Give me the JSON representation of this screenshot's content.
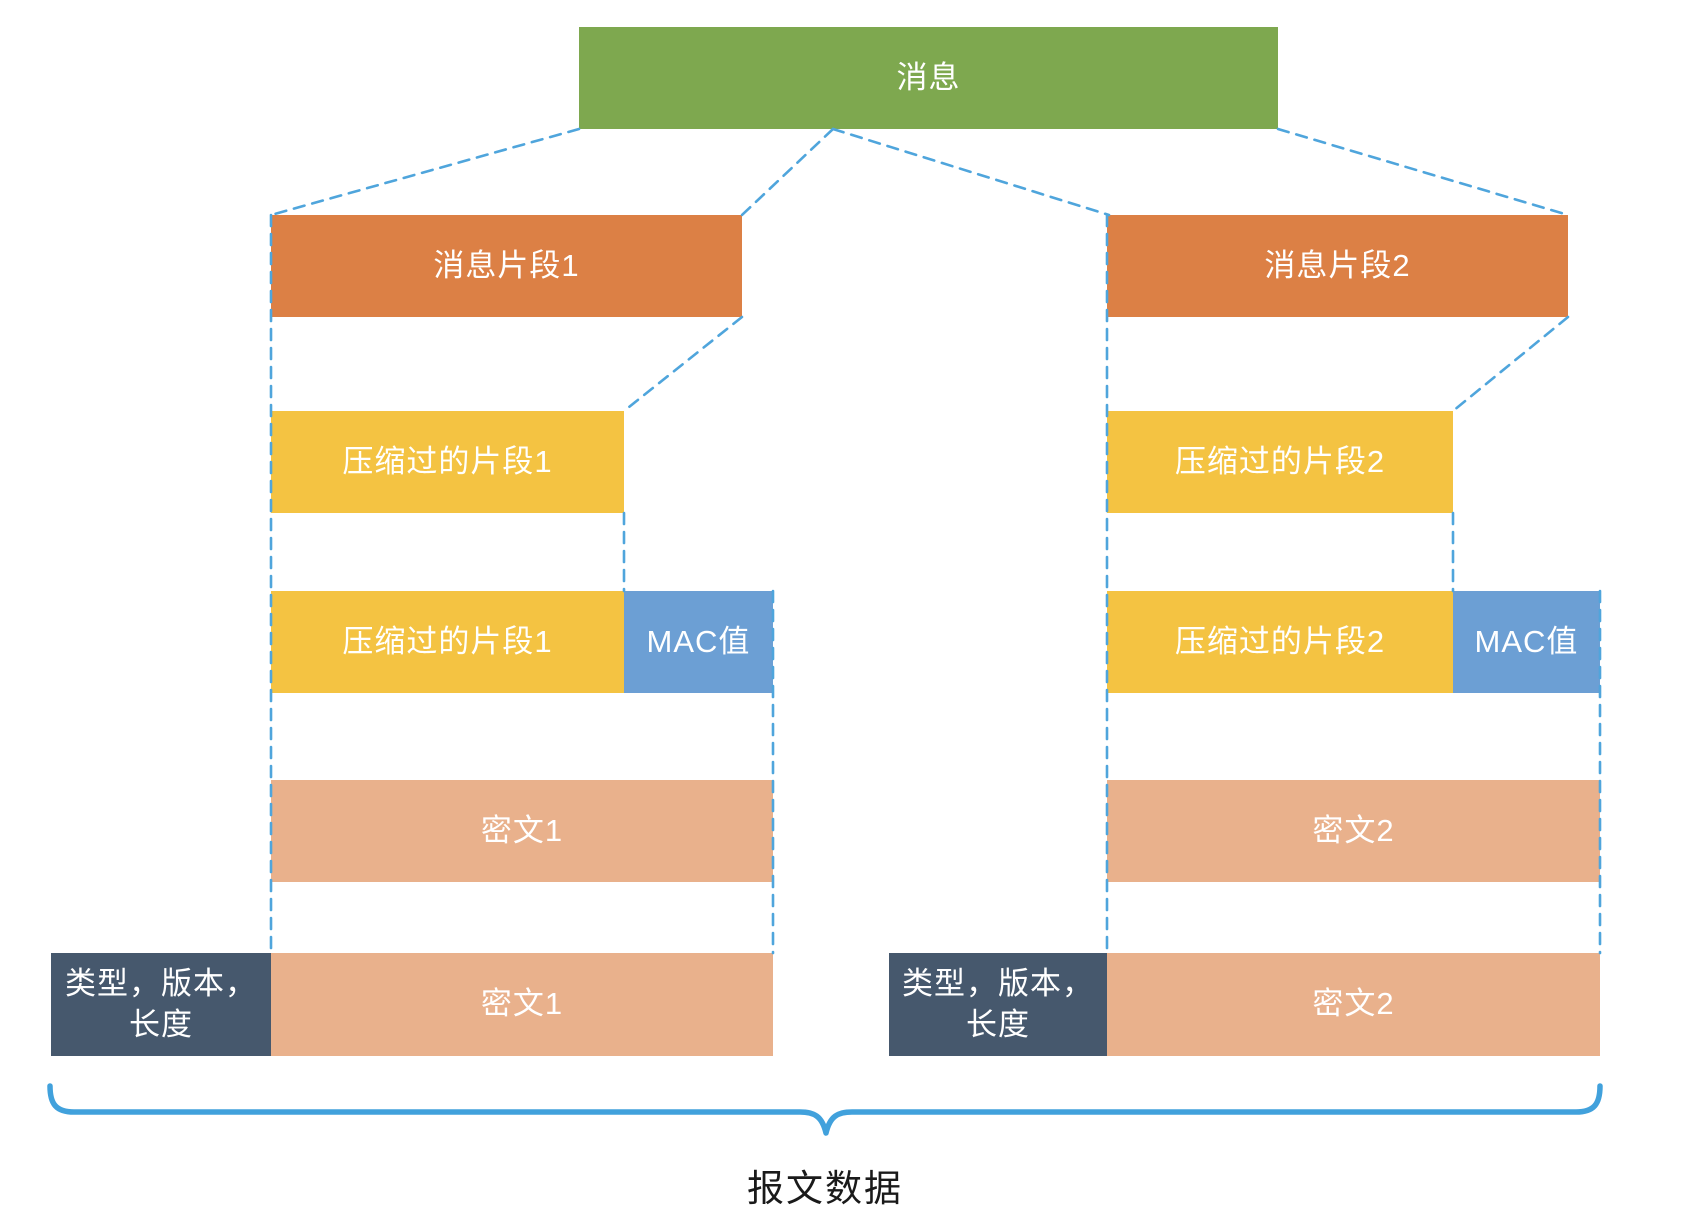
{
  "diagram": {
    "message": {
      "label": "消息"
    },
    "left": {
      "fragment": {
        "label": "消息片段1"
      },
      "compressed": {
        "label": "压缩过的片段1"
      },
      "compressed_mac": {
        "label": "压缩过的片段1"
      },
      "mac": {
        "label": "MAC值"
      },
      "ciphertext": {
        "label": "密文1"
      },
      "header": {
        "label": "类型，版本，\n长度"
      },
      "ciphertext_final": {
        "label": "密文1"
      }
    },
    "right": {
      "fragment": {
        "label": "消息片段2"
      },
      "compressed": {
        "label": "压缩过的片段2"
      },
      "compressed_mac": {
        "label": "压缩过的片段2"
      },
      "mac": {
        "label": "MAC值"
      },
      "ciphertext": {
        "label": "密文2"
      },
      "header": {
        "label": "类型，版本，\n长度"
      },
      "ciphertext_final": {
        "label": "密文2"
      }
    },
    "caption": {
      "label": "报文数据"
    },
    "colors": {
      "message_green": "#7EA84F",
      "fragment_orange": "#DC8045",
      "compressed_yellow": "#F4C342",
      "mac_blue": "#6C9FD4",
      "ciphertext_pink": "#E9B18C",
      "header_dark": "#46586D",
      "dashed_line_blue": "#4FA5DC",
      "brace_blue": "#41A1DC"
    }
  }
}
